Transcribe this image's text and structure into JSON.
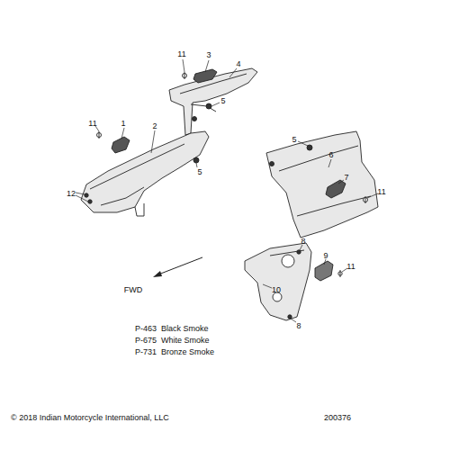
{
  "diagram": {
    "labels": [
      "11",
      "3",
      "4",
      "5",
      "1",
      "2",
      "11",
      "5",
      "12",
      "5",
      "6",
      "7",
      "11",
      "8",
      "9",
      "11",
      "10",
      "8",
      "FWD",
      "P-463  Black Smoke",
      "P-675  White Smoke",
      "P-731  Bronze Smoke",
      "© 2018 Indian Motorcycle International, LLC",
      "200376"
    ]
  }
}
